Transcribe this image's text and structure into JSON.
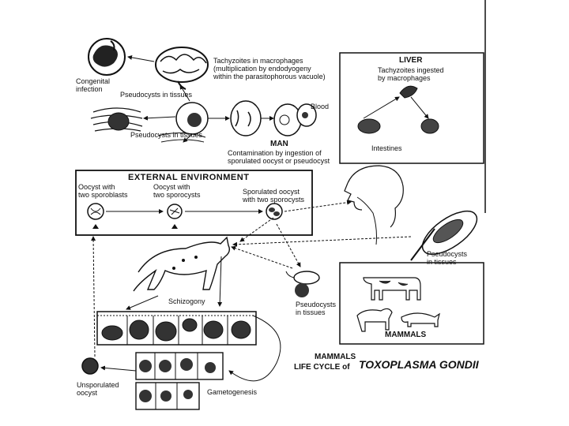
{
  "labels": {
    "congenital_infection": "Congenital\ninfection",
    "tachyzoites_macrophages": "Tachyzoites in macrophages\n(multiplication by endodyogeny\nwithin the parasitophorous vacuole)",
    "pseudocysts_top": "Pseudocysts in tissues",
    "blood": "Blood",
    "pseudocysts_mid": "Pseudocysts in tissues",
    "man": "MAN",
    "contamination": "Contamination by ingestion of\nsporulated oocyst or pseudocyst",
    "liver": "LIVER",
    "liver_text": "Tachyzoites ingested\nby macrophages",
    "intestine": "Intestines",
    "external_environment": "EXTERNAL ENVIRONMENT",
    "oocyst_two_sporoblasts": "Oocyst with\ntwo sporoblasts",
    "oocyst_two_sporocysts": "Oocyst with\ntwo sporocysts",
    "sporulated_oocyst": "Sporulated oocyst\nwith two sporocysts",
    "pseudocysts_tissues_right": "Pseudocysts\nin tissues",
    "schizogony": "Schizogony",
    "pseudocysts_mouse": "Pseudocysts\nin tissues",
    "mammals_box": "MAMMALS",
    "unsporulated_oocyst": "Unsporulated\noocyst",
    "gametogenesis": "Gametogenesis",
    "title_mammals": "MAMMALS",
    "title_lifecycle": "LIFE CYCLE of",
    "title_species": "TOXOPLASMA GONDII"
  },
  "colors": {
    "ink": "#111111",
    "paper": "#ffffff",
    "shade": "#555555"
  }
}
